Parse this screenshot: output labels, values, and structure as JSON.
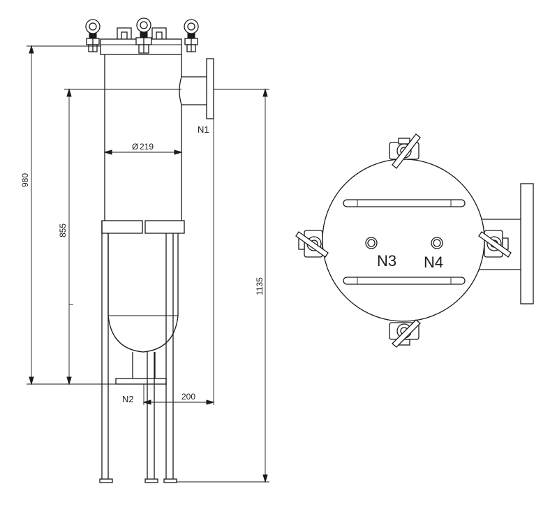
{
  "dimensions": {
    "height_top_to_outlet": "980",
    "height_inlet_to_outlet": "855",
    "overall_height": "1135",
    "shell_diameter": "219",
    "outlet_offset": "200"
  },
  "nozzles": {
    "inlet": "N1",
    "outlet": "N2",
    "port_a": "N3",
    "port_b": "N4"
  },
  "symbols": {
    "diameter": "Ø"
  },
  "colors": {
    "line": "#1a1a1a",
    "background": "#ffffff"
  }
}
